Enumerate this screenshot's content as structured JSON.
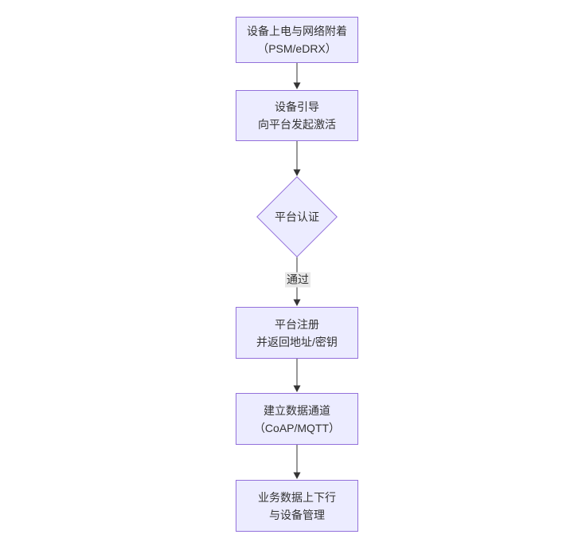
{
  "diagram": {
    "type": "flowchart",
    "direction": "top-down"
  },
  "nodes": [
    {
      "id": "A",
      "shape": "rect",
      "lines": [
        "设备上电与网络附着",
        "（PSM/eDRX）"
      ]
    },
    {
      "id": "B",
      "shape": "rect",
      "lines": [
        "设备引导",
        "向平台发起激活"
      ]
    },
    {
      "id": "C",
      "shape": "diamond",
      "lines": [
        "平台认证"
      ]
    },
    {
      "id": "D",
      "shape": "rect",
      "lines": [
        "平台注册",
        "并返回地址/密钥"
      ]
    },
    {
      "id": "E",
      "shape": "rect",
      "lines": [
        "建立数据通道",
        "（CoAP/MQTT）"
      ]
    },
    {
      "id": "F",
      "shape": "rect",
      "lines": [
        "业务数据上下行",
        "与设备管理"
      ]
    }
  ],
  "edges": [
    {
      "from": "A",
      "to": "B",
      "label": ""
    },
    {
      "from": "B",
      "to": "C",
      "label": ""
    },
    {
      "from": "C",
      "to": "D",
      "label": "通过"
    },
    {
      "from": "D",
      "to": "E",
      "label": ""
    },
    {
      "from": "E",
      "to": "F",
      "label": ""
    }
  ],
  "colors": {
    "node_fill": "#ECECFF",
    "node_border": "#9370DB",
    "text": "#333333",
    "edge": "#333333",
    "edge_label_bg": "#e8e8e8"
  }
}
